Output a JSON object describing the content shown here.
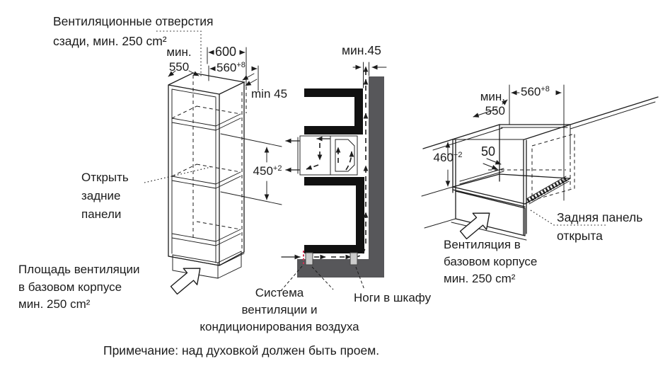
{
  "colors": {
    "line": "#1c1c1c",
    "wall_gray": "#57575a",
    "leg_gray": "#cccccc",
    "flow_accent_red": "#cc3355"
  },
  "footer_note": "Примечание: над духовкой должен быть проем.",
  "left_diagram": {
    "rear_vents_label": "Вентиляционные отверстия\nсзади, мин. 250 cm²",
    "dim_depth_min": "мин.\n550",
    "dim_width_600": "600",
    "dim_niche_560": "560",
    "dim_niche_560_tol": "+8",
    "dim_gap_min45": "min 45",
    "dim_niche_450": "450",
    "dim_niche_450_tol": "+2",
    "open_back_panels_label": "Открыть\nзадние\nпанели",
    "base_vent_area_label": "Площадь вентиляции\nв базовом корпусе\nмин. 250 cm²"
  },
  "middle_diagram": {
    "dim_wall_gap_min45": "мин.45",
    "vent_system_label": "Система\nвентиляции и\nкондиционирования воздуха",
    "cabinet_feet_label": "Ноги в шкафу"
  },
  "right_diagram": {
    "dim_depth_min": "мин.\n550",
    "dim_niche_560": "560",
    "dim_niche_560_tol": "+8",
    "dim_niche_460": "460",
    "dim_niche_460_tol": "+2",
    "dim_offset_50": "50",
    "back_panel_open_label": "Задняя панель\nоткрыта",
    "base_vent_label": "Вентиляция в\nбазовом корпусе\nмин. 250 cm²"
  }
}
